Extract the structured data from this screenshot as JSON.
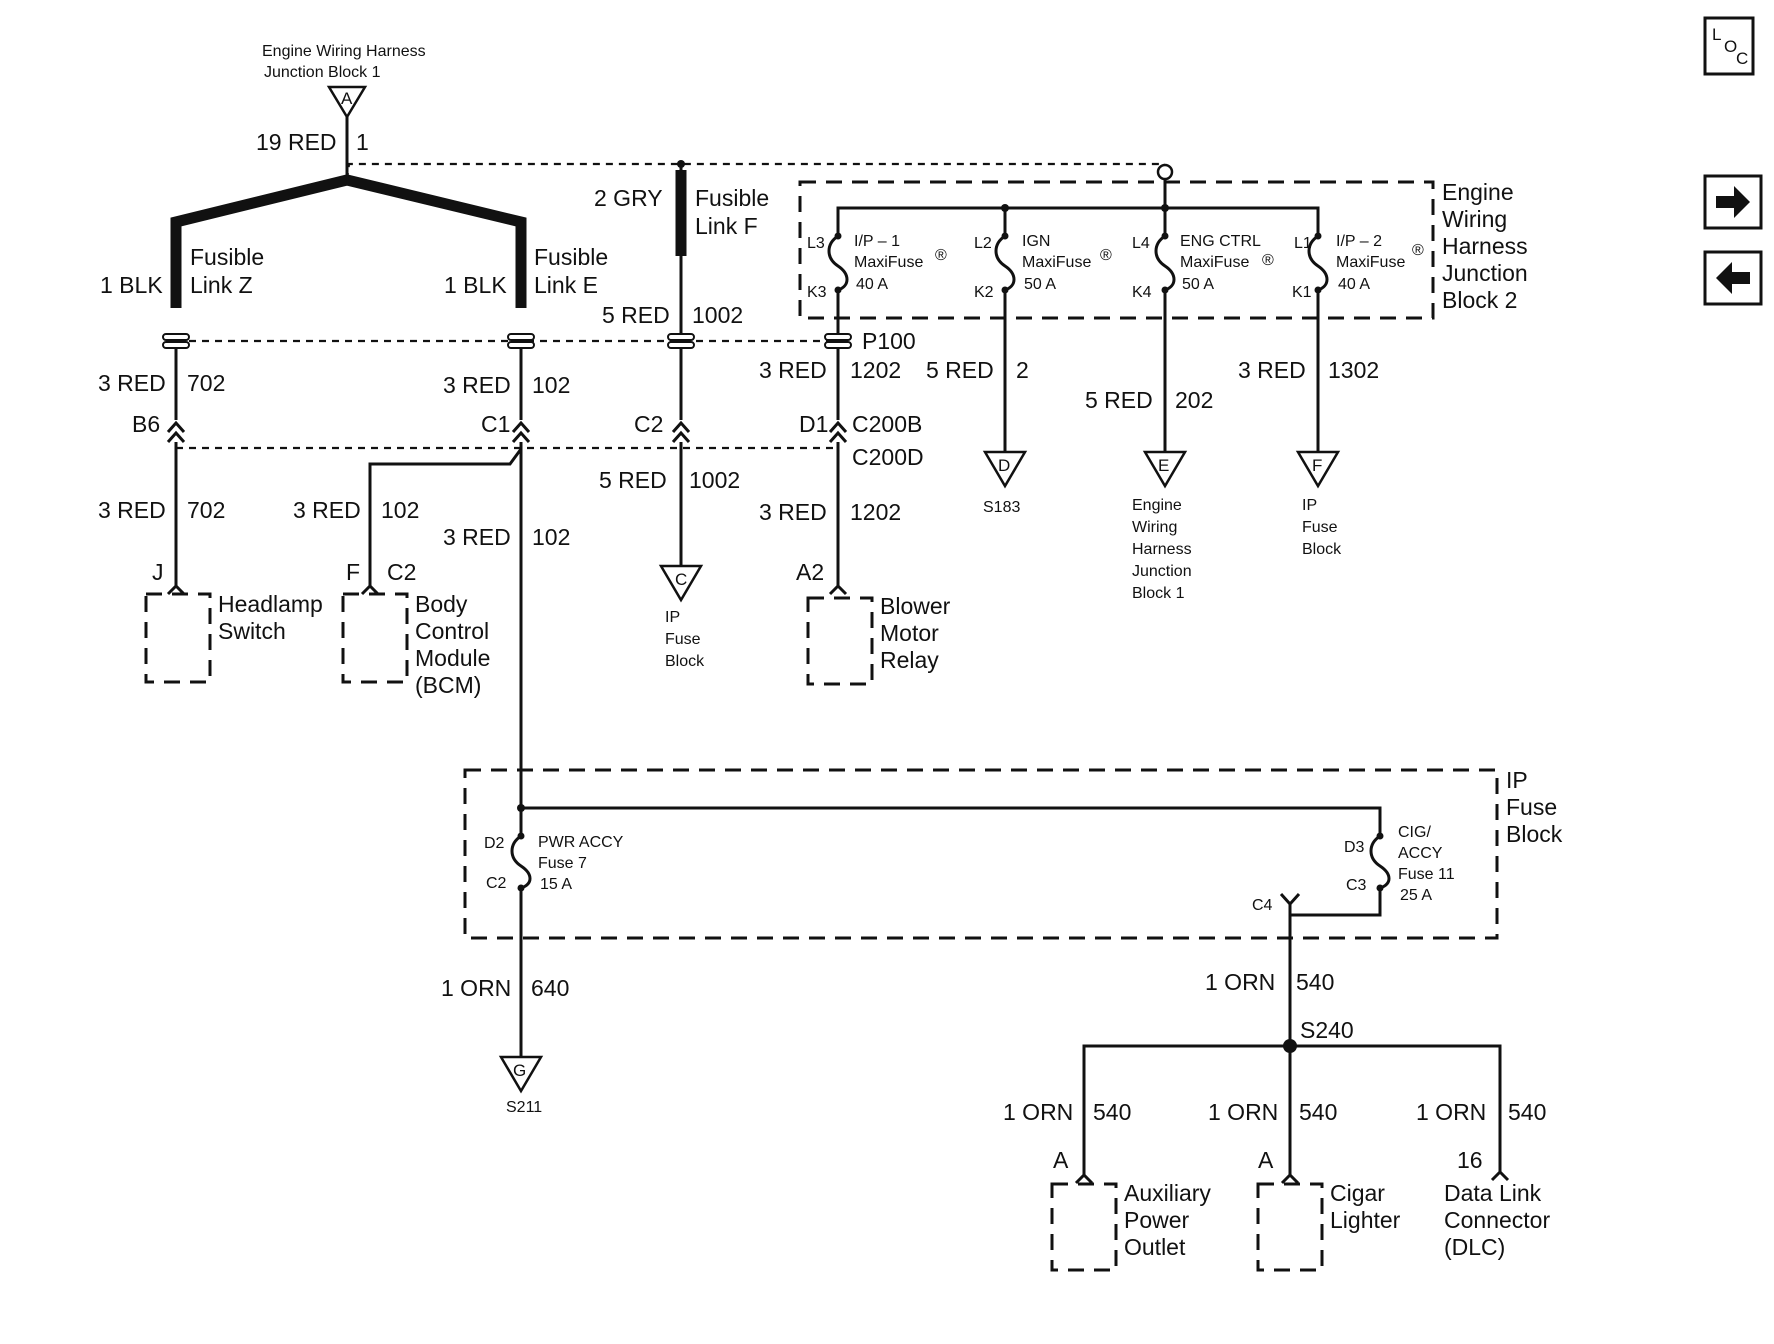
{
  "nav": {
    "loc_l": "L",
    "loc_o": "O",
    "loc_c": "C",
    "next_arrow": "arrow-right-icon",
    "prev_arrow": "arrow-left-icon"
  },
  "top": {
    "source_line1": "Engine Wiring Harness",
    "source_line2": "Junction Block 1",
    "source_letter": "A",
    "wire_19": "19 RED",
    "pin_1": "1"
  },
  "fusible": {
    "z_wire": "1 BLK",
    "z_l1": "Fusible",
    "z_l2": "Link Z",
    "e_wire": "1 BLK",
    "e_l1": "Fusible",
    "e_l2": "Link E",
    "f_wire": "2 GRY",
    "f_l1": "Fusible",
    "f_l2": "Link F"
  },
  "ewhjb2": {
    "title1": "Engine",
    "title2": "Wiring",
    "title3": "Harness",
    "title4": "Junction",
    "title5": "Block 2",
    "fuses": [
      {
        "top": "L3",
        "bot": "K3",
        "n1": "I/P – 1",
        "n2": "MaxiFuse",
        "n3": "40 A",
        "reg": "®"
      },
      {
        "top": "L2",
        "bot": "K2",
        "n1": "IGN",
        "n2": "MaxiFuse",
        "n3": "50 A",
        "reg": "®"
      },
      {
        "top": "L4",
        "bot": "K4",
        "n1": "ENG CTRL",
        "n2": "MaxiFuse",
        "n3": "50 A",
        "reg": "®"
      },
      {
        "top": "L1",
        "bot": "K1",
        "n1": "I/P – 2",
        "n2": "MaxiFuse",
        "n3": "40 A",
        "reg": "®"
      }
    ]
  },
  "wires": {
    "w_5red_1002": "5 RED",
    "c_1002": "1002",
    "p100": "P100",
    "w_3red_702a": "3 RED",
    "c_702a": "702",
    "w_3red_102a": "3 RED",
    "c_102a": "102",
    "w_3red_1202a": "3 RED",
    "c_1202a": "1202",
    "w_5red_2": "5 RED",
    "c_2": "2",
    "w_5red_202": "5 RED",
    "c_202": "202",
    "w_3red_1302": "3 RED",
    "c_1302": "1302",
    "b6": "B6",
    "c1": "C1",
    "c2": "C2",
    "d1": "D1",
    "c200b": "C200B",
    "c200d": "C200D",
    "w_3red_702b": "3 RED",
    "c_702b": "702",
    "w_3red_102b": "3 RED",
    "c_102b": "102",
    "w_3red_102c": "3 RED",
    "c_102c": "102",
    "w_5red_1002b": "5 RED",
    "c_1002b": "1002",
    "w_3red_1202b": "3 RED",
    "c_1202b": "1202"
  },
  "refs": {
    "d_letter": "D",
    "d_label": "S183",
    "e_letter": "E",
    "e_l1": "Engine",
    "e_l2": "Wiring",
    "e_l3": "Harness",
    "e_l4": "Junction",
    "e_l5": "Block 1",
    "f_letter": "F",
    "f_l1": "IP",
    "f_l2": "Fuse",
    "f_l3": "Block",
    "c_letter": "C",
    "c_l1": "IP",
    "c_l2": "Fuse",
    "c_l3": "Block",
    "g_letter": "G",
    "g_label": "S211"
  },
  "components": {
    "headlamp_pin": "J",
    "headlamp_l1": "Headlamp",
    "headlamp_l2": "Switch",
    "bcm_pin": "F",
    "bcm_conn": "C2",
    "bcm_l1": "Body",
    "bcm_l2": "Control",
    "bcm_l3": "Module",
    "bcm_l4": "(BCM)",
    "blower_pin": "A2",
    "blower_l1": "Blower",
    "blower_l2": "Motor",
    "blower_l3": "Relay",
    "aux_pin": "A",
    "aux_l1": "Auxiliary",
    "aux_l2": "Power",
    "aux_l3": "Outlet",
    "cig_pin": "A",
    "cig_l1": "Cigar",
    "cig_l2": "Lighter",
    "dlc_pin": "16",
    "dlc_l1": "Data Link",
    "dlc_l2": "Connector",
    "dlc_l3": "(DLC)"
  },
  "ipfuse": {
    "title1": "IP",
    "title2": "Fuse",
    "title3": "Block",
    "f7_top": "D2",
    "f7_bot": "C2",
    "f7_n1": "PWR ACCY",
    "f7_n2": "Fuse 7",
    "f7_n3": "15 A",
    "f11_top": "D3",
    "f11_bot": "C3",
    "f11_n1": "CIG/",
    "f11_n2": "ACCY",
    "f11_n3": "Fuse 11",
    "f11_n4": "25 A",
    "c4": "C4"
  },
  "lower": {
    "w_1orn_640": "1 ORN",
    "c_640": "640",
    "w_1orn_540": "1 ORN",
    "c_540": "540",
    "s240": "S240",
    "w_aux": "1 ORN",
    "c_aux": "540",
    "w_cig": "1 ORN",
    "c_cig": "540",
    "w_dlc": "1 ORN",
    "c_dlc": "540"
  }
}
